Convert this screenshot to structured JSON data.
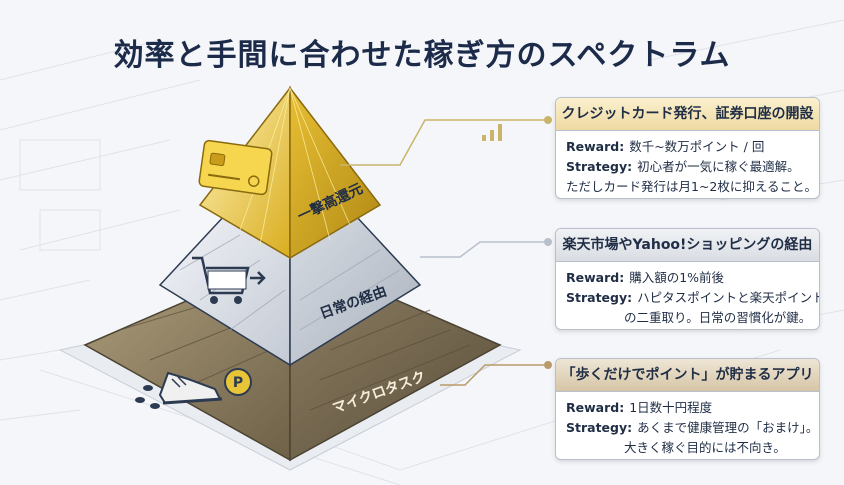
{
  "title": "効率と手間に合わせた稼ぎ方のスペクトラム",
  "pyramid": {
    "top_label": "一撃高還元",
    "middle_label": "日常の経由",
    "bottom_label": "マイクロタスク"
  },
  "cards": [
    {
      "heading": "クレジットカード発行、証券口座の開設",
      "reward_key": "Reward:",
      "reward_value": "数千~数万ポイント / 回",
      "strategy_key": "Strategy:",
      "strategy_line1": "初心者が一気に稼ぐ最適解。",
      "strategy_line2": "ただしカード発行は月1~2枚に抑えること。"
    },
    {
      "heading": "楽天市場やYahoo!ショッピングの経由",
      "reward_key": "Reward:",
      "reward_value": "購入額の1%前後",
      "strategy_key": "Strategy:",
      "strategy_line1": "ハピタスポイントと楽天ポイント",
      "strategy_line2": "の二重取り。日常の習慣化が鍵。"
    },
    {
      "heading": "「歩くだけでポイント」が貯まるアプリ",
      "reward_key": "Reward:",
      "reward_value": "1日数十円程度",
      "strategy_key": "Strategy:",
      "strategy_line1": "あくまで健康管理の「おまけ」。",
      "strategy_line2": "大きく稼ぐ目的には不向き。"
    }
  ],
  "colors": {
    "gold": "#e8c437",
    "silver": "#d9dee6",
    "bronze": "#8c7d63",
    "navy": "#1d2b4a"
  },
  "icons": [
    "credit-card-icon",
    "shopping-cart-icon",
    "sneaker-icon",
    "point-coin-icon",
    "footprints-icon",
    "bar-chart-icon"
  ]
}
